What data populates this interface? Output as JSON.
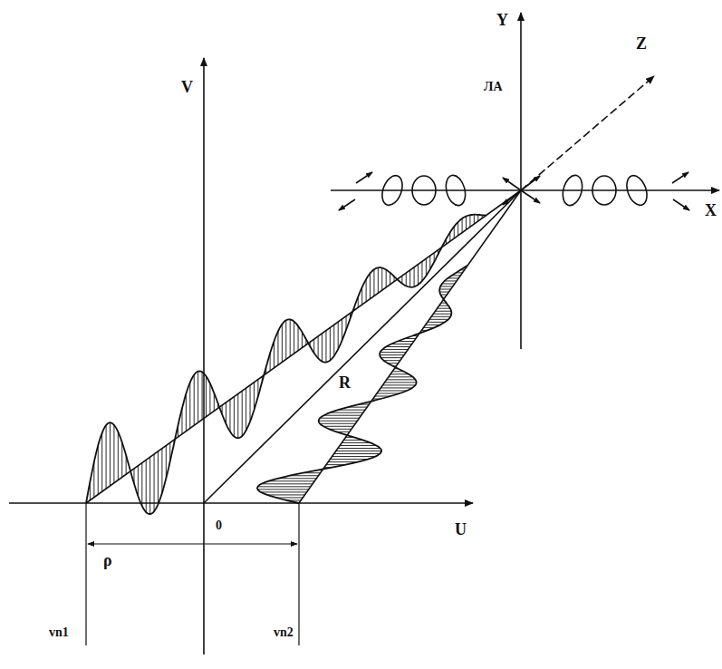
{
  "diagram": {
    "labels": [
      "Y",
      "Z",
      "ЛА",
      "X",
      "V",
      "R",
      "U",
      "0",
      "ρ",
      "vn1",
      "vn2"
    ]
  }
}
